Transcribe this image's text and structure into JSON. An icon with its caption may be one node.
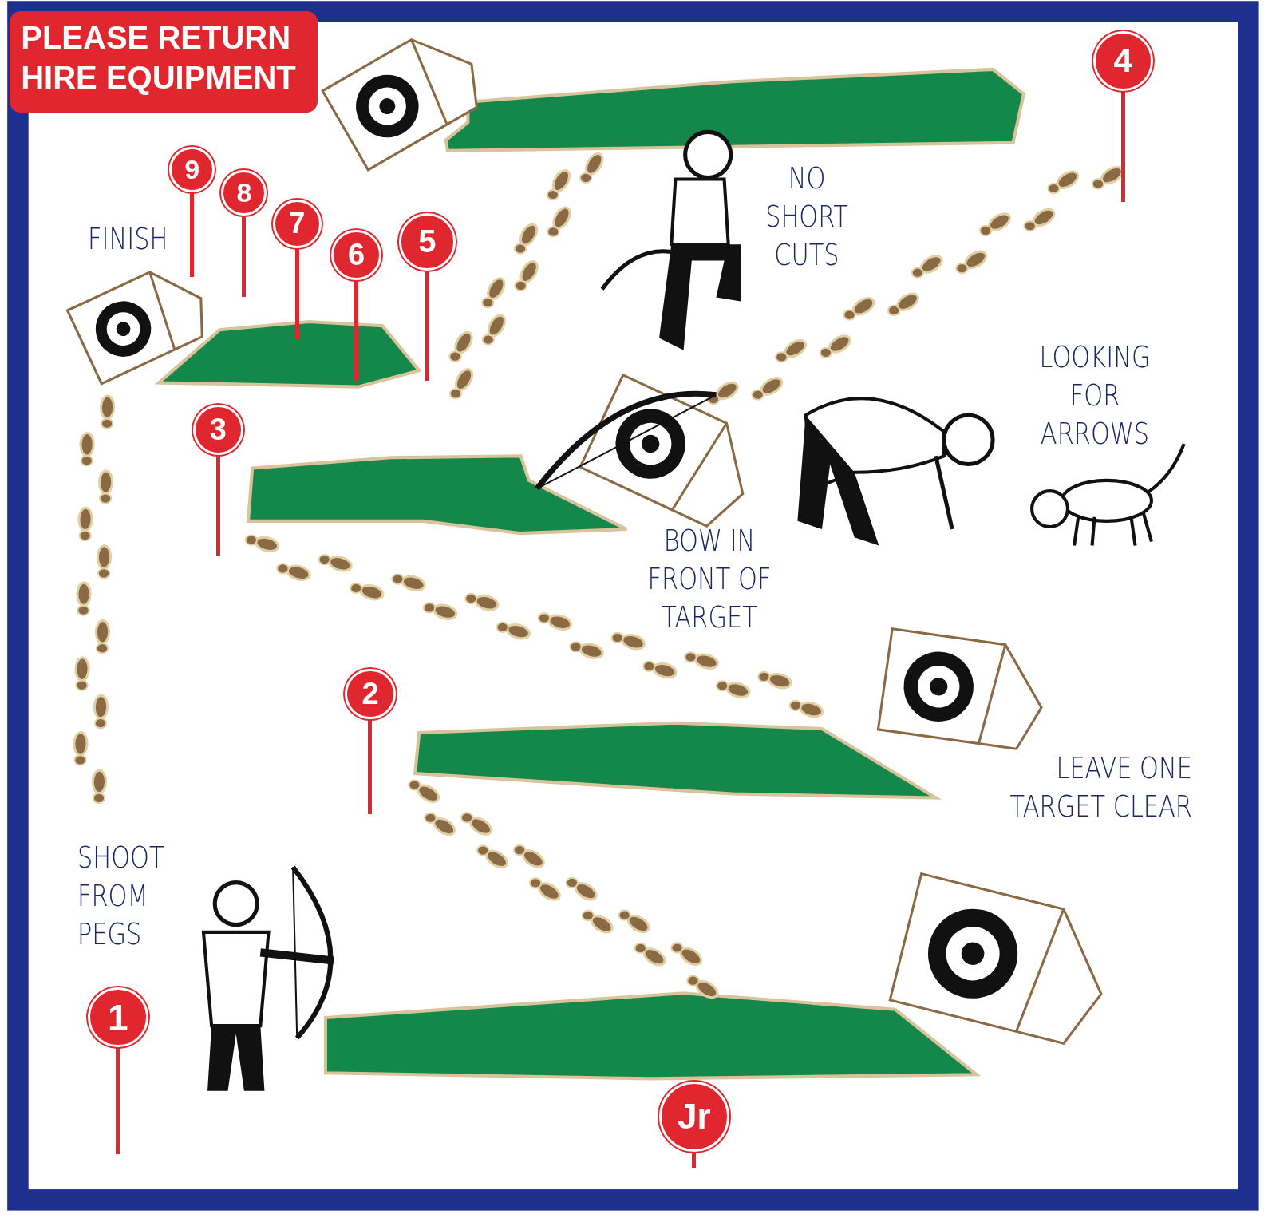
{
  "diagram": {
    "nodes": [
      {
        "text": [
          "PLEASE RETURN HIRE EQUIPMENT"
        ]
      },
      {
        "text": [
          "4"
        ]
      },
      {
        "text": [
          "9"
        ]
      },
      {
        "text": [
          "8"
        ]
      },
      {
        "text": [
          "7"
        ]
      },
      {
        "text": [
          "6"
        ]
      },
      {
        "text": [
          "5"
        ]
      },
      {
        "text": [
          "3"
        ]
      },
      {
        "text": [
          "2"
        ]
      },
      {
        "text": [
          "1"
        ]
      },
      {
        "text": [
          "Jr"
        ]
      }
    ],
    "labels": [
      "NO SHORT CUTS",
      "FINISH",
      "LOOKING FOR ARROWS",
      "BOW IN FRONT OF TARGET",
      "LEAVE ONE TARGET CLEAR",
      "SHOOT FROM PEGS"
    ]
  }
}
